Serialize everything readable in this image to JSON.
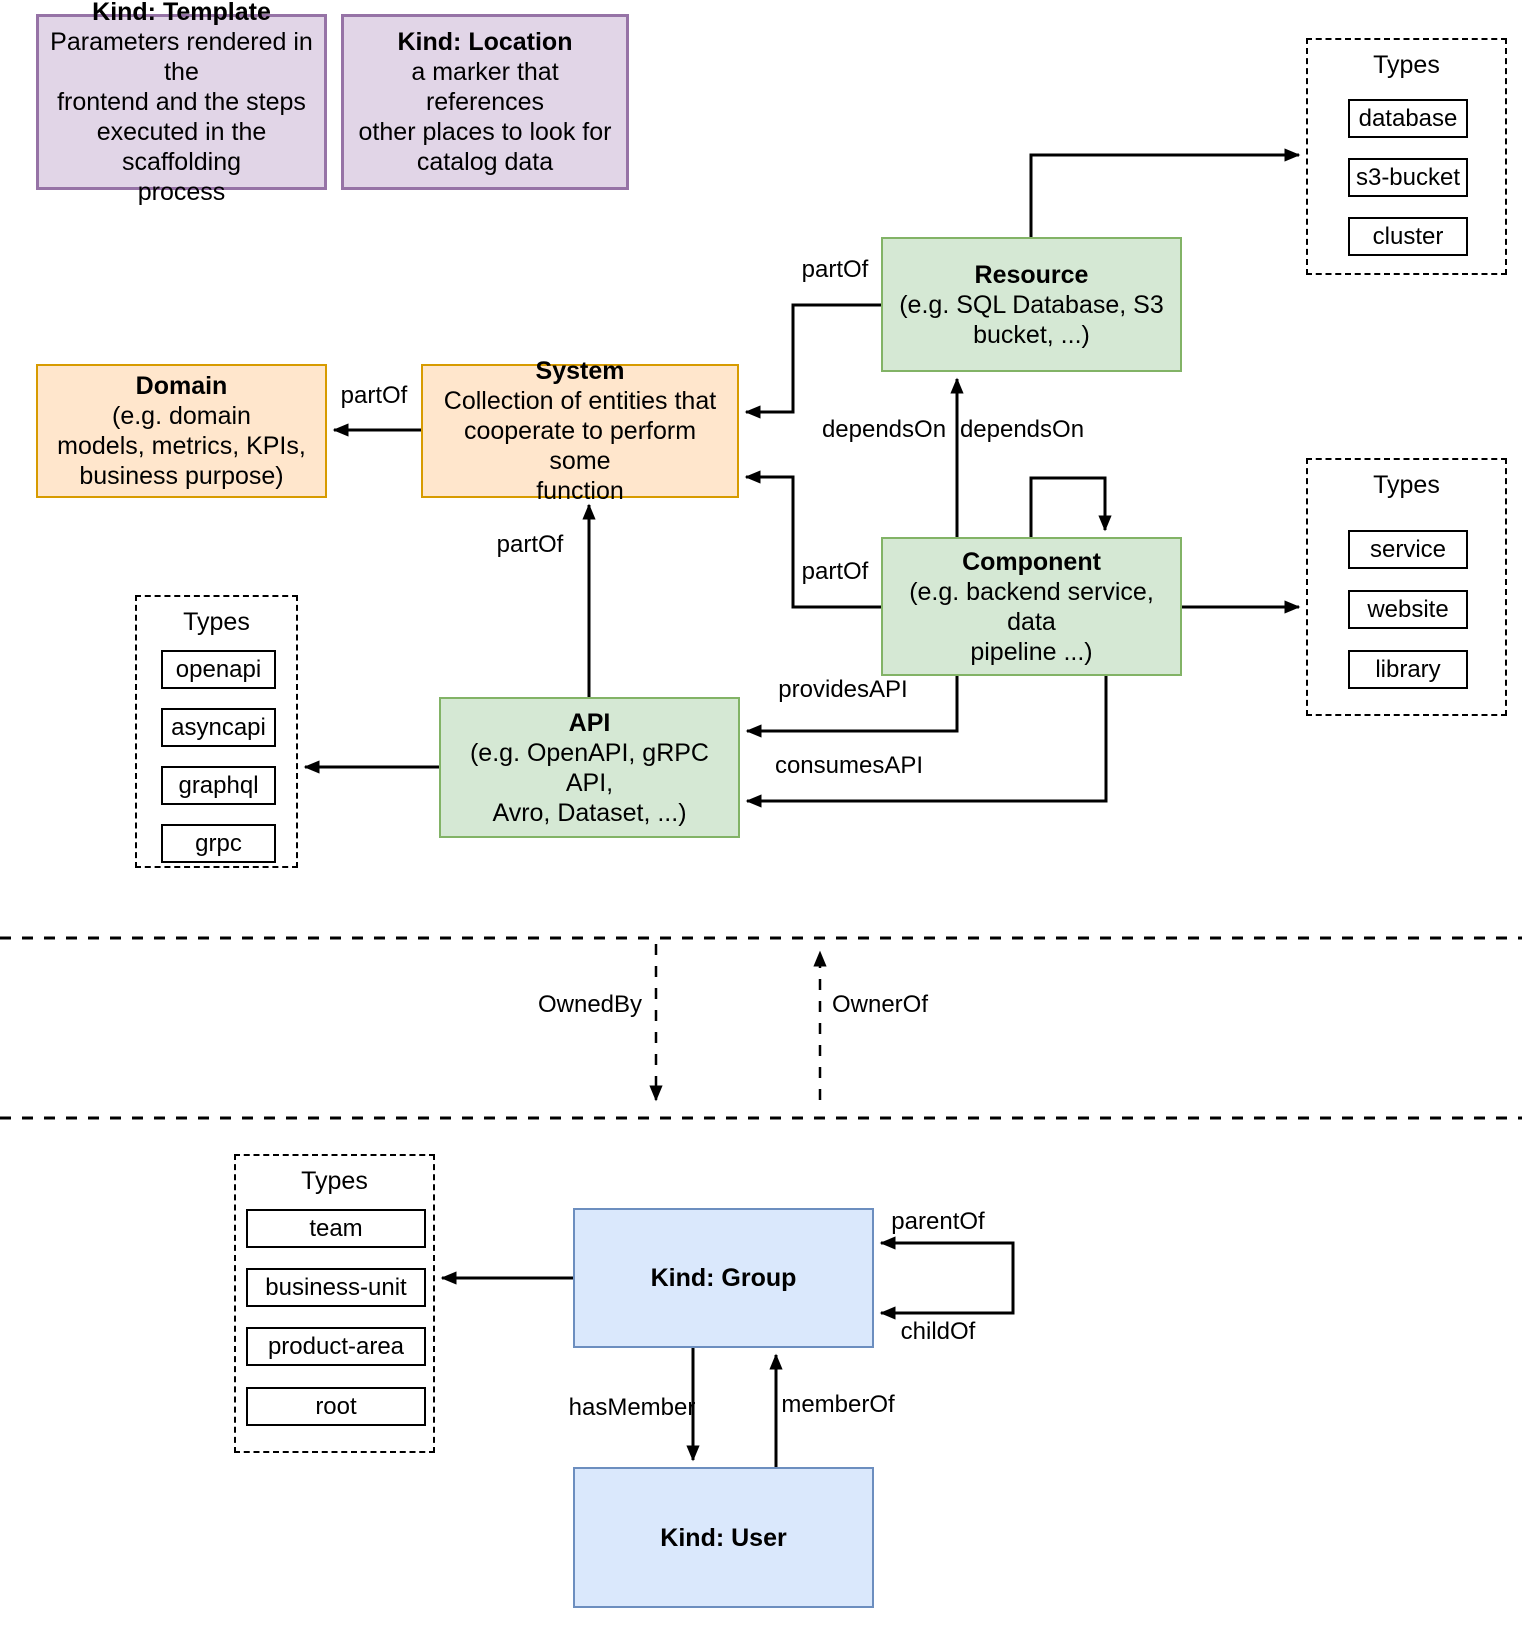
{
  "nodes": {
    "template": {
      "title": "Kind: Template",
      "body": "Parameters rendered in the\nfrontend and the steps\nexecuted in  the scaffolding\nprocess"
    },
    "location": {
      "title": "Kind: Location",
      "body": "a marker that references\nother places to look for\ncatalog data"
    },
    "domain": {
      "title": "Domain",
      "body": "(e.g.  domain\nmodels, metrics, KPIs,\nbusiness purpose)"
    },
    "system": {
      "title": "System",
      "body": "Collection of entities that\ncooperate to perform some\nfunction"
    },
    "resource": {
      "title": "Resource",
      "body": "(e.g. SQL Database, S3\nbucket, ...)"
    },
    "component": {
      "title": "Component",
      "body": "(e.g. backend service, data\npipeline ...)"
    },
    "api": {
      "title": "API",
      "body": "(e.g. OpenAPI, gRPC API,\nAvro, Dataset, ...)"
    },
    "group": {
      "title": "Kind: Group"
    },
    "user": {
      "title": "Kind: User"
    }
  },
  "type_panels": {
    "resource_types": {
      "title": "Types",
      "items": [
        "database",
        "s3-bucket",
        "cluster"
      ]
    },
    "component_types": {
      "title": "Types",
      "items": [
        "service",
        "website",
        "library"
      ]
    },
    "api_types": {
      "title": "Types",
      "items": [
        "openapi",
        "asyncapi",
        "graphql",
        "grpc"
      ]
    },
    "group_types": {
      "title": "Types",
      "items": [
        "team",
        "business-unit",
        "product-area",
        "root"
      ]
    }
  },
  "edge_labels": {
    "system_domain_partof": "partOf",
    "resource_system_partof": "partOf",
    "component_system_partof": "partOf",
    "api_system_partof": "partOf",
    "component_resource_dependson": "dependsOn",
    "component_self_dependson": "dependsOn",
    "provides_api": "providesAPI",
    "consumes_api": "consumesAPI",
    "owned_by": "OwnedBy",
    "owner_of": "OwnerOf",
    "parent_of": "parentOf",
    "child_of": "childOf",
    "has_member": "hasMember",
    "member_of": "memberOf"
  },
  "colors": {
    "green_fill": "#d5e8d4",
    "green_stroke": "#82b366",
    "orange_fill": "#ffe6cc",
    "orange_stroke": "#d79b00",
    "purple_fill": "#e1d5e7",
    "purple_stroke": "#9673a6",
    "blue_fill": "#dae8fc",
    "blue_stroke": "#6c8ebf",
    "line": "#000000"
  }
}
